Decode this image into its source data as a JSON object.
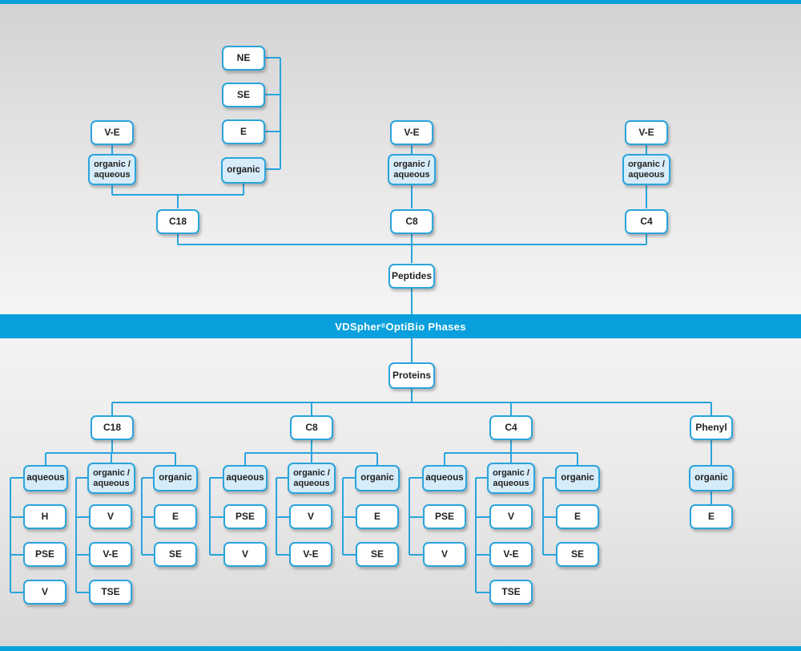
{
  "banner": {
    "brand": "VDSpher",
    "reg": "®",
    "rest": " OptiBio Phases"
  },
  "peptides": {
    "root": "Peptides",
    "c18": {
      "label": "C18",
      "stack": [
        "NE",
        "SE",
        "E"
      ],
      "organic": "organic",
      "ve": "V-E",
      "orgaq": "organic /\naqueous"
    },
    "c8": {
      "label": "C8",
      "ve": "V-E",
      "orgaq": "organic /\naqueous"
    },
    "c4": {
      "label": "C4",
      "ve": "V-E",
      "orgaq": "organic /\naqueous"
    }
  },
  "proteins": {
    "root": "Proteins",
    "c18": {
      "label": "C18",
      "aqueous": {
        "mode": "aqueous",
        "phases": [
          "H",
          "PSE",
          "V"
        ]
      },
      "orgaq": {
        "mode": "organic /\naqueous",
        "phases": [
          "V",
          "V-E",
          "TSE"
        ]
      },
      "organic": {
        "mode": "organic",
        "phases": [
          "E",
          "SE"
        ]
      }
    },
    "c8": {
      "label": "C8",
      "aqueous": {
        "mode": "aqueous",
        "phases": [
          "PSE",
          "V"
        ]
      },
      "orgaq": {
        "mode": "organic /\naqueous",
        "phases": [
          "V",
          "V-E"
        ]
      },
      "organic": {
        "mode": "organic",
        "phases": [
          "E",
          "SE"
        ]
      }
    },
    "c4": {
      "label": "C4",
      "aqueous": {
        "mode": "aqueous",
        "phases": [
          "PSE",
          "V"
        ]
      },
      "orgaq": {
        "mode": "organic /\naqueous",
        "phases": [
          "V",
          "V-E",
          "TSE"
        ]
      },
      "organic": {
        "mode": "organic",
        "phases": [
          "E",
          "SE"
        ]
      }
    },
    "phenyl": {
      "label": "Phenyl",
      "organic": {
        "mode": "organic",
        "phases": [
          "E"
        ]
      }
    }
  },
  "colors": {
    "banner_blue": "#0aa0dd",
    "line_blue": "#2aa4dc",
    "box_fill_highlight": "#d7ecf9",
    "box_fill": "#ffffff",
    "text": "#232020"
  }
}
